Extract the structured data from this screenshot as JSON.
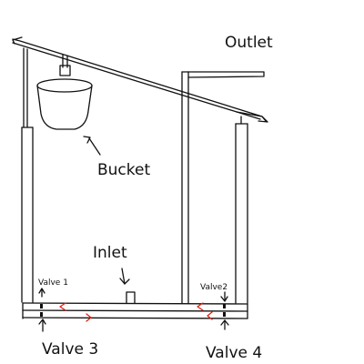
{
  "diagram": {
    "labels": {
      "outlet": "Outlet",
      "bucket": "Bucket",
      "inlet": "Inlet",
      "valve1": "Valve 1",
      "valve2": "Valve2",
      "valve3": "Valve 3",
      "valve4": "Valve 4"
    },
    "colors": {
      "ink": "#111111",
      "flow_arrows": "#e02010",
      "background": "#ffffff"
    }
  }
}
